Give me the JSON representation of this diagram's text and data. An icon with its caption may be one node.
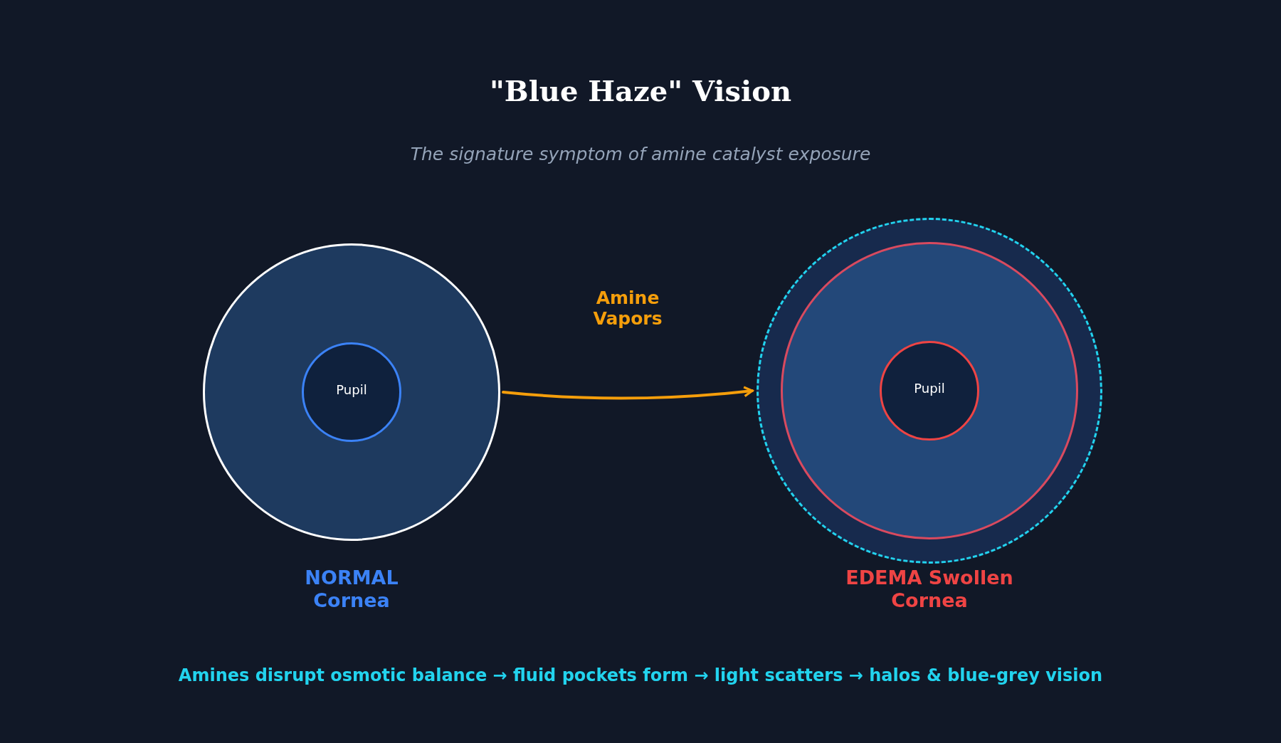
{
  "diagram": {
    "title": "\"Blue Haze\" Vision",
    "caption": "Amines disrupt osmotic balance → fluid pockets form → light scatters → halos & blue-grey vision",
    "nodes": [
      {
        "text": [],
        "shape": "circle",
        "beside": [
          "NORMAL Cornea"
        ]
      },
      {
        "text": [
          "Pupil"
        ],
        "in": 0
      },
      {
        "text": [],
        "shape": "circle",
        "beside": [
          "EDEMA Swollen Cornea"
        ]
      },
      {
        "text": [],
        "shape": "circle",
        "in": 2
      },
      {
        "text": [
          "Pupil"
        ],
        "in": 3
      }
    ],
    "edges": [
      {
        "from": 0,
        "to": 2,
        "arrow": "to",
        "label": "Amine Vapors"
      }
    ],
    "labels": [
      "The signature symptom of amine catalyst exposure"
    ]
  }
}
